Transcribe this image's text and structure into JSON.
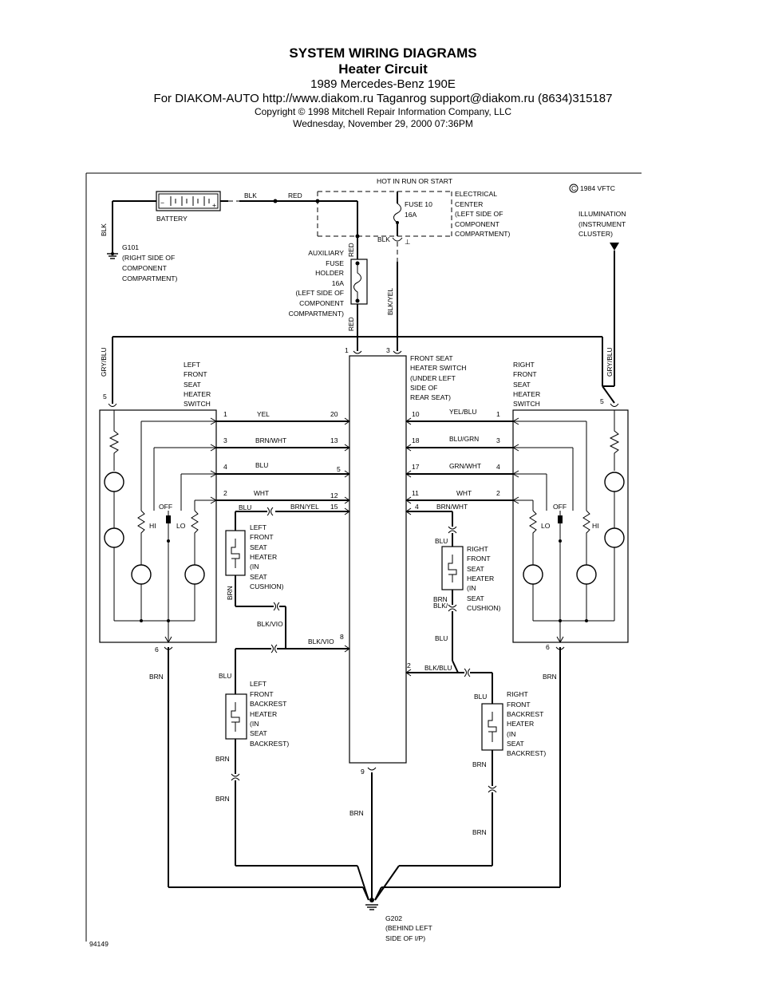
{
  "header": {
    "title": "SYSTEM WIRING DIAGRAMS",
    "subtitle": "Heater Circuit",
    "vehicle": "1989 Mercedes-Benz 190E",
    "source": "For DIAKOM-AUTO http://www.diakom.ru Taganrog support@diakom.ru (8634)315187",
    "copyright": "Copyright © 1998 Mitchell Repair Information Company, LLC",
    "date": "Wednesday, November 29, 2000  07:36PM"
  },
  "diagram": {
    "hot_label": "HOT IN RUN OR START",
    "copyright_mark": "1984 VFTC",
    "figure_id": "94149",
    "battery": "BATTERY",
    "ground_g101": [
      "G101",
      "(RIGHT SIDE OF",
      "COMPONENT",
      "COMPARTMENT)"
    ],
    "elec_center": [
      "ELECTRICAL",
      "CENTER",
      "(LEFT SIDE OF",
      "COMPONENT",
      "COMPARTMENT)"
    ],
    "fuse10": [
      "FUSE 10",
      "16A"
    ],
    "illumination": [
      "ILLUMINATION",
      "(INSTRUMENT",
      "CLUSTER)"
    ],
    "aux_fuse": [
      "AUXILIARY",
      "FUSE",
      "HOLDER",
      "16A",
      "(LEFT SIDE OF",
      "COMPONENT",
      "COMPARTMENT)"
    ],
    "front_switch": [
      "FRONT SEAT",
      "HEATER SWITCH",
      "(UNDER LEFT",
      "SIDE OF",
      "REAR SEAT)"
    ],
    "left_switch": [
      "LEFT",
      "FRONT",
      "SEAT",
      "HEATER",
      "SWITCH"
    ],
    "right_switch": [
      "RIGHT",
      "FRONT",
      "SEAT",
      "HEATER",
      "SWITCH"
    ],
    "left_seat_heater": [
      "LEFT",
      "FRONT",
      "SEAT",
      "HEATER",
      "(IN",
      "SEAT",
      "CUSHION)"
    ],
    "right_seat_heater": [
      "RIGHT",
      "FRONT",
      "SEAT",
      "HEATER",
      "(IN",
      "SEAT",
      "CUSHION)"
    ],
    "left_backrest": [
      "LEFT",
      "FRONT",
      "BACKREST",
      "HEATER",
      "(IN",
      "SEAT",
      "BACKREST)"
    ],
    "right_backrest": [
      "RIGHT",
      "FRONT",
      "BACKREST",
      "HEATER",
      "(IN",
      "SEAT",
      "BACKREST)"
    ],
    "ground_g202": [
      "G202",
      "(BEHIND LEFT",
      "SIDE OF I/P)"
    ],
    "wire_colors": {
      "blk": "BLK",
      "red": "RED",
      "blk_yel": "BLK/YEL",
      "gry_blu": "GRY/BLU",
      "yel": "YEL",
      "brn_wht": "BRN/WHT",
      "blu": "BLU",
      "wht": "WHT",
      "brn_yel": "BRN/YEL",
      "yel_blu": "YEL/BLU",
      "blu_grn": "BLU/GRN",
      "grn_wht": "GRN/WHT",
      "blk_vio": "BLK/VIO",
      "blk_blu": "BLK/BLU",
      "blk_blu_split": "BLK/",
      "brn": "BRN"
    },
    "switch_positions": {
      "off": "OFF",
      "hi": "HI",
      "lo": "LO"
    },
    "pins": {
      "p1": "1",
      "p2": "2",
      "p3": "3",
      "p4": "4",
      "p5": "5",
      "p6": "6",
      "p8": "8",
      "p9": "9",
      "p10": "10",
      "p11": "11",
      "p12": "12",
      "p13": "13",
      "p15": "15",
      "p17": "17",
      "p18": "18",
      "p20": "20"
    }
  }
}
